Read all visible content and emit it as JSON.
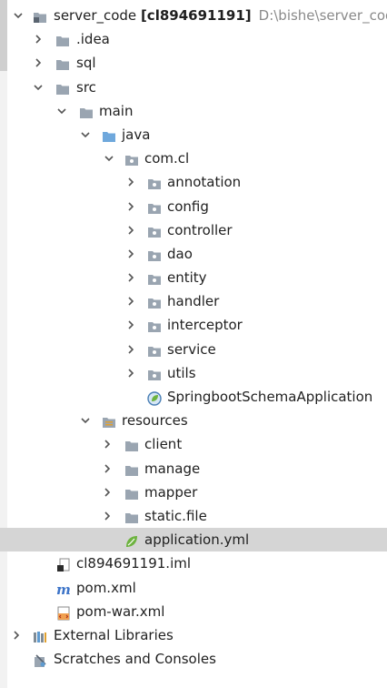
{
  "project": {
    "name": "server_code",
    "branch": "[cl894691191]",
    "path": "D:\\bishe\\server_code"
  },
  "tree": {
    "idea": ".idea",
    "sql": "sql",
    "src": "src",
    "main": "main",
    "java": "java",
    "package": "com.cl",
    "packages": [
      "annotation",
      "config",
      "controller",
      "dao",
      "entity",
      "handler",
      "interceptor",
      "service",
      "utils"
    ],
    "app_class": "SpringbootSchemaApplication",
    "resources": "resources",
    "resource_folders": [
      "client",
      "manage",
      "mapper",
      "static.file"
    ],
    "app_yml": "application.yml",
    "files": [
      "cl894691191.iml",
      "pom.xml",
      "pom-war.xml"
    ],
    "external_libraries": "External Libraries",
    "scratches": "Scratches and Consoles"
  },
  "colors": {
    "folder": "#9aa5b1",
    "java_folder": "#6fa8dc",
    "selection": "#d5d5d5",
    "path_text": "#8a8a8a",
    "spring": "#6db33f",
    "maven": "#3d74c8"
  }
}
